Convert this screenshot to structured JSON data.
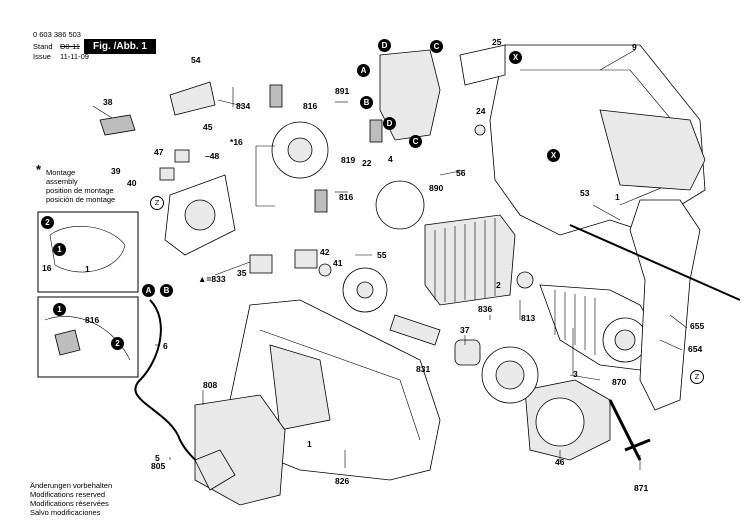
{
  "header": {
    "part_number": "0 603 386 503",
    "stand_label": "Stand",
    "stand_value": "D0-11",
    "issue_label": "Issue",
    "issue_value": "11-11-09",
    "figure_label": "Fig. /Abb. 1"
  },
  "montage_note": [
    "Montage",
    "assembly",
    "position de montage",
    "posición de montage"
  ],
  "footer_notes": [
    "Änderungen vorbehalten",
    "Modifications reserved",
    "Modifications réservées",
    "Salvo modificaciones"
  ],
  "part_labels": {
    "p9": "9",
    "p25": "25",
    "p54": "54",
    "p38": "38",
    "p834": "834",
    "p816a": "816",
    "p45": "45",
    "p16": "16",
    "p47": "47",
    "p48": "48",
    "p39": "39",
    "p40": "40",
    "p891": "891",
    "p819": "819",
    "p22": "22",
    "p4": "4",
    "p56": "56",
    "p890": "890",
    "p24": "24",
    "p53": "53",
    "p1a": "1",
    "p816b": "816",
    "p35": "35",
    "p833": "833",
    "p42": "42",
    "p41": "41",
    "p55": "55",
    "p2": "2",
    "p836": "836",
    "p813": "813",
    "p37": "37",
    "p655": "655",
    "p654": "654",
    "p3": "3",
    "p870": "870",
    "p816c": "816",
    "p6": "6",
    "p831": "831",
    "p808": "808",
    "p1b": "1",
    "p5": "5",
    "p805": "805",
    "p826": "826",
    "p46": "46",
    "p871": "871",
    "p2b": "2",
    "p16b": "16",
    "p1c": "1"
  },
  "callouts": {
    "A": "A",
    "B": "B",
    "C": "C",
    "D": "D",
    "X": "X",
    "Z": "Z"
  }
}
